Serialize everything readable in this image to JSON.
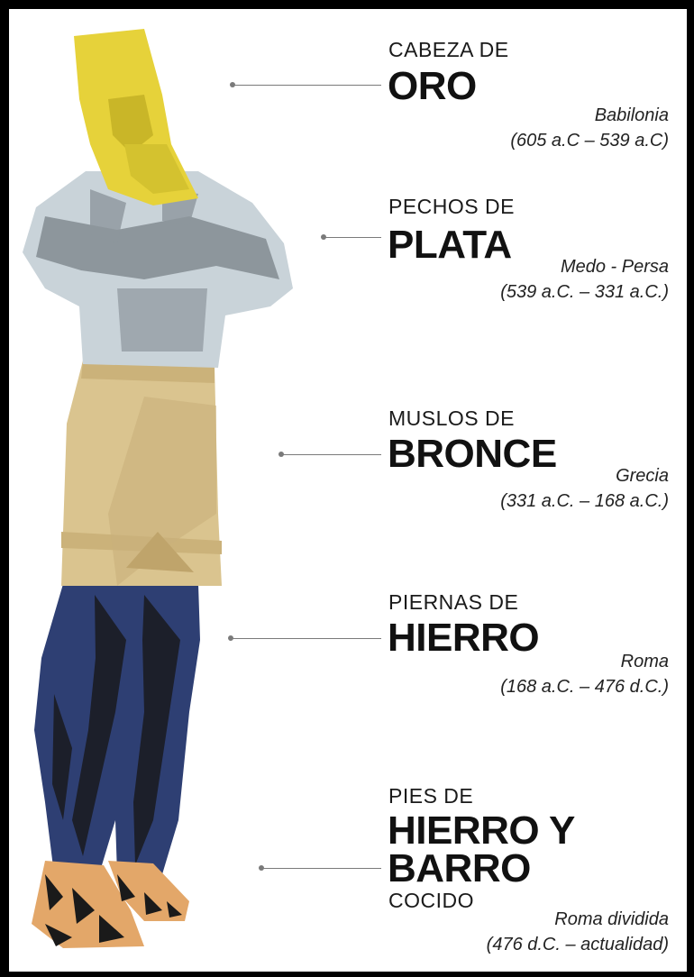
{
  "sections": [
    {
      "prefix": "CABEZA DE",
      "metal": "ORO",
      "empire": "Babilonia",
      "period": "(605 a.C – 539 a.C)"
    },
    {
      "prefix": "PECHOS DE",
      "metal": "PLATA",
      "empire": "Medo - Persa",
      "period": "(539 a.C. – 331 a.C.)"
    },
    {
      "prefix": "MUSLOS DE",
      "metal": "BRONCE",
      "empire": "Grecia",
      "period": "(331 a.C. – 168 a.C.)"
    },
    {
      "prefix": "PIERNAS DE",
      "metal": "HIERRO",
      "empire": "Roma",
      "period": "(168 a.C. – 476 d.C.)"
    },
    {
      "prefix": "PIES DE",
      "metal_line1": "HIERRO Y",
      "metal_line2": "BARRO",
      "suffix": "COCIDO",
      "empire": "Roma dividida",
      "period": "(476 d.C. – actualidad)"
    }
  ],
  "colors": {
    "gold": "#e6d23a",
    "silver": "#c9d3d9",
    "bronze": "#dac48f",
    "iron": "#2e3f73",
    "clay": "#e3a769"
  }
}
